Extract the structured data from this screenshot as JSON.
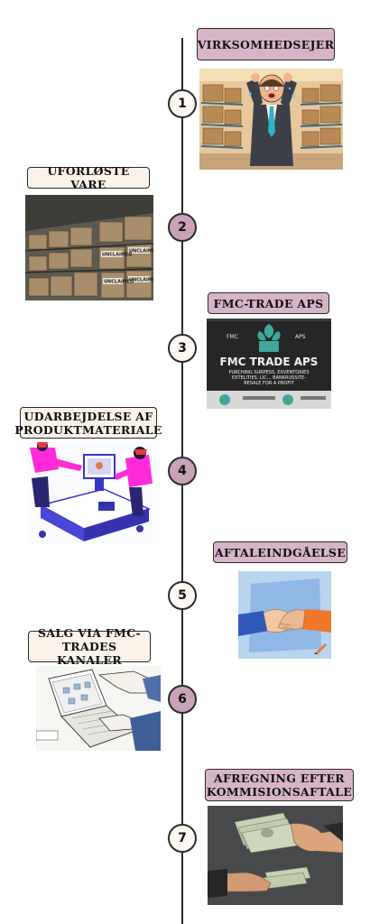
{
  "steps": [
    {
      "number": "1",
      "label": "VIRKSOMHEDSEJER",
      "image": "stressed-business-owner-warehouse-illustration"
    },
    {
      "number": "2",
      "label": "UFORLØSTE VARE",
      "image": "unclaimed-boxes-warehouse-photo",
      "box_text": "UNCLAIMED"
    },
    {
      "number": "3",
      "label": "FMC-TRADE APS",
      "image": "fmc-trade-aps-logo-banner",
      "logo_lines": [
        "FMC",
        "APS",
        "FMC TRADE APS",
        "PURCHING SURPESS, EXVENTORIES",
        "EXTELITIES, LIC... BANKRUSSITE-",
        "RESALE FOR A PROFIT"
      ]
    },
    {
      "number": "4",
      "label": "UDARBEJDELSE AF PRODUKTMATERIALE",
      "label_lines": [
        "UDARBEJDELSE AF",
        "PRODUKTMATERIALE"
      ],
      "image": "people-working-at-desk-illustration"
    },
    {
      "number": "5",
      "label": "AFTALEINDGÅELSE",
      "image": "handshake-illustration"
    },
    {
      "number": "6",
      "label": "SALG VIA FMC-TRADES KANALER",
      "label_lines": [
        "SALG VIA FMC-",
        "TRADES KANALER"
      ],
      "image": "laptop-typing-sketch"
    },
    {
      "number": "7",
      "label": "AFREGNING EFTER KOMMISIONSAFTALE",
      "label_lines": [
        "AFREGNING EFTER",
        "KOMMISIONSAFTALE"
      ],
      "image": "money-handover-photo"
    }
  ],
  "colors": {
    "accent_mauve": "#d8b4c8",
    "node_mauve": "#c9a2b8",
    "light": "#fbf3ea",
    "line": "#2b2b2b"
  }
}
